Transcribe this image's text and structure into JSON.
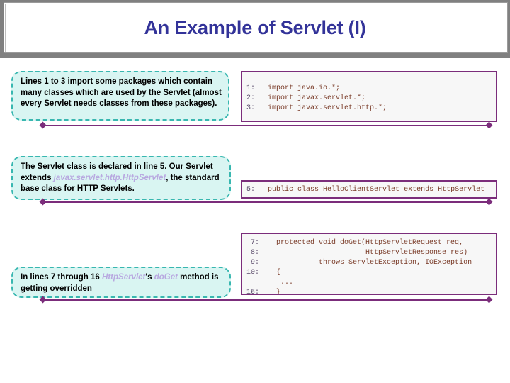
{
  "slide": {
    "title": "An Example of Servlet (I)",
    "title_color": "#333399",
    "frame_color": "#808080",
    "accent_color": "#7b2d7b",
    "callout_border_color": "#38b7b0",
    "callout_fill_color": "#d9f5f2",
    "code_text_color": "#7a3b28"
  },
  "callouts": [
    {
      "id": "callout-lines-1-3",
      "text_before": "Lines 1 to 3 import some packages which contain many classes which are used by the Servlet (almost every Servlet needs classes from these packages).",
      "highlight": "",
      "text_after": ""
    },
    {
      "id": "callout-servlet-class",
      "text_before": "The Servlet class is declared in line 5. Our Servlet extends ",
      "highlight": "javax.servlet.http.HttpServlet",
      "text_after": ", the standard base class for HTTP Servlets."
    },
    {
      "id": "callout-doget-override",
      "text_before": "In lines 7 through 16 ",
      "highlight": "HttpServlet",
      "text_middle": "'s ",
      "highlight2": "doGet",
      "text_after": " method is getting overridden"
    }
  ],
  "code_panels": [
    {
      "id": "code-imports",
      "lines": [
        {
          "num": "1:",
          "code": "import java.io.*;"
        },
        {
          "num": "2:",
          "code": "import javax.servlet.*;"
        },
        {
          "num": "3:",
          "code": "import javax.servlet.http.*;"
        }
      ]
    },
    {
      "id": "code-class-decl",
      "lines": [
        {
          "num": "5:",
          "code": "public class HelloClientServlet extends HttpServlet"
        }
      ]
    },
    {
      "id": "code-doget",
      "lines": [
        {
          "num": " 7:",
          "code": "    protected void doGet(HttpServletRequest req,"
        },
        {
          "num": " 8:",
          "code": "                         HttpServletResponse res)"
        },
        {
          "num": " 9:",
          "code": "              throws ServletException, IOException"
        },
        {
          "num": "10:",
          "code": "    {"
        },
        {
          "num": "",
          "code": "        ..."
        },
        {
          "num": "16:",
          "code": "    }"
        }
      ]
    }
  ]
}
